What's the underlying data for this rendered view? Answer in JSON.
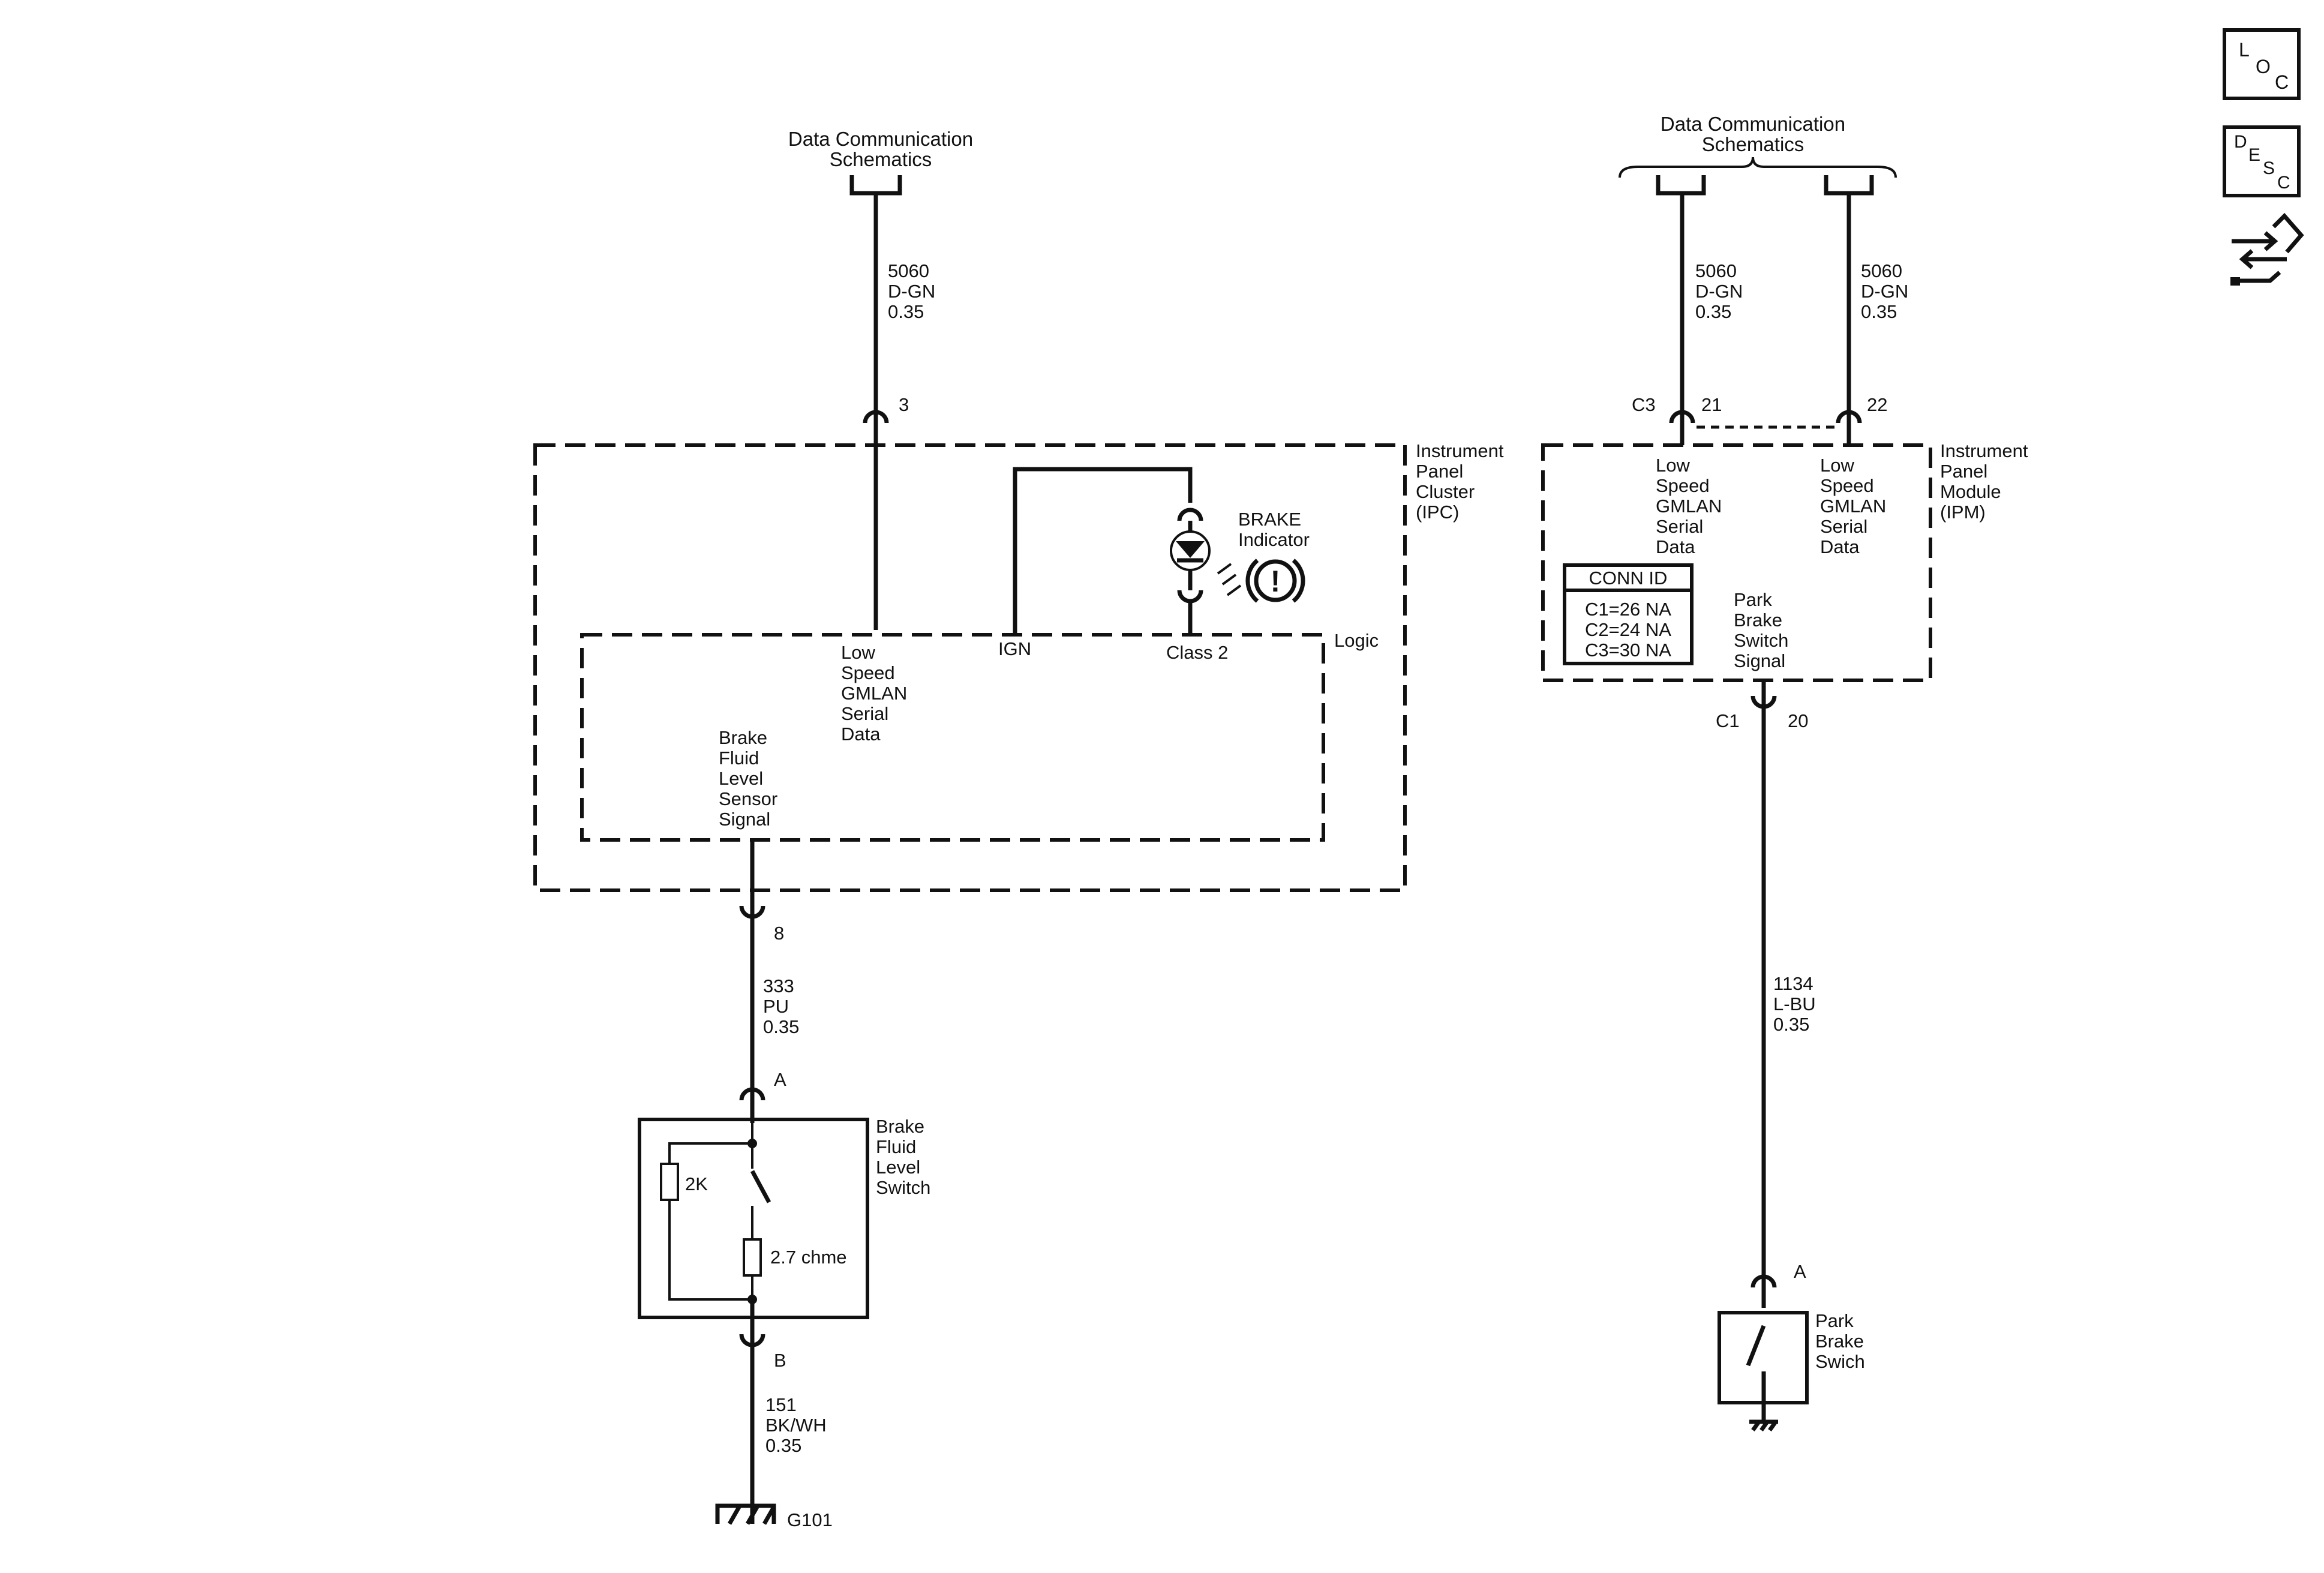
{
  "left_schematic": {
    "data_comm_title": [
      "Data Communication",
      "Schematics"
    ],
    "wire_top": [
      "5060",
      "D-GN",
      "0.35"
    ],
    "pin_top": "3",
    "ipc_name": [
      "Instrument",
      "Panel",
      "Cluster",
      "(IPC)"
    ],
    "brake_indicator": [
      "BRAKE",
      "Indicator"
    ],
    "brake_symbol": "!",
    "logic_label": "Logic",
    "ign_label": "IGN",
    "class2_label": "Class 2",
    "gmlan_label": [
      "Low",
      "Speed",
      "GMLAN",
      "Serial",
      "Data"
    ],
    "sensor_label": [
      "Brake",
      "Fluid",
      "Level",
      "Sensor",
      "Signal"
    ],
    "pin_8": "8",
    "wire_mid": [
      "333",
      "PU",
      "0.35"
    ],
    "pin_a": "A",
    "switch_name": [
      "Brake",
      "Fluid",
      "Level",
      "Switch"
    ],
    "resistor_2k": "2K",
    "resistor_27": "2.7 chme",
    "pin_b": "B",
    "wire_bottom": [
      "151",
      "BK/WH",
      "0.35"
    ],
    "ground_label": "G101"
  },
  "right_schematic": {
    "data_comm_title": [
      "Data Communication",
      "Schematics"
    ],
    "wire_left": [
      "5060",
      "D-GN",
      "0.35"
    ],
    "wire_right": [
      "5060",
      "D-GN",
      "0.35"
    ],
    "conn_c3": "C3",
    "pin_21": "21",
    "pin_22": "22",
    "ipm_name": [
      "Instrument",
      "Panel",
      "Module",
      "(IPM)"
    ],
    "gmlan_left": [
      "Low",
      "Speed",
      "GMLAN",
      "Serial",
      "Data"
    ],
    "gmlan_right": [
      "Low",
      "Speed",
      "GMLAN",
      "Serial",
      "Data"
    ],
    "conn_id_title": "CONN ID",
    "conn_id_rows": [
      "C1=26 NA",
      "C2=24 NA",
      "C3=30 NA"
    ],
    "park_signal": [
      "Park",
      "Brake",
      "Switch",
      "Signal"
    ],
    "conn_c1": "C1",
    "pin_20": "20",
    "wire_park": [
      "1134",
      "L-BU",
      "0.35"
    ],
    "pin_a": "A",
    "park_switch_name": [
      "Park",
      "Brake",
      "Swich"
    ]
  },
  "side_icons": {
    "loc": [
      "L",
      "O",
      "C"
    ],
    "desc": [
      "D",
      "E",
      "S",
      "C"
    ],
    "nav_icon": "flow-arrows-icon"
  }
}
